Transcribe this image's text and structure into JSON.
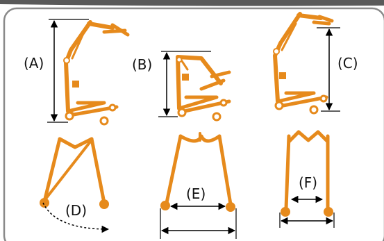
{
  "labels": {
    "a": "(A)",
    "b": "(B)",
    "c": "(C)",
    "d": "(D)",
    "e": "(E)",
    "f": "(F)"
  },
  "colors": {
    "frame": "#e68a1c",
    "border": "#8a8a8a",
    "arrow": "#000000"
  },
  "icons": {
    "top_row": "patient-lift-side-view",
    "bottom_row": "patient-lift-top-view"
  }
}
